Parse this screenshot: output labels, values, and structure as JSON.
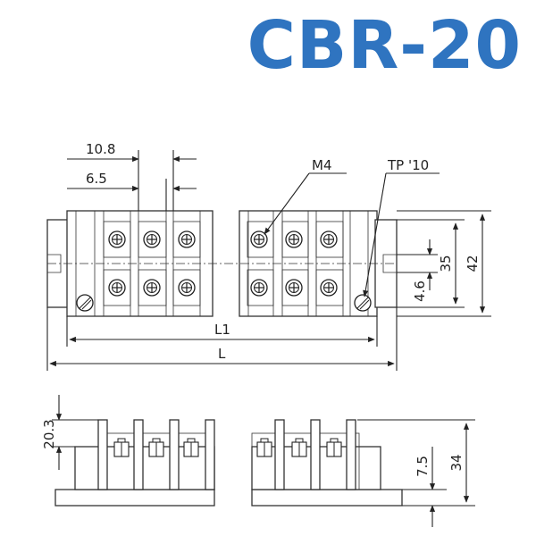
{
  "title": "CBR-20",
  "colors": {
    "title": "#2f74c0",
    "line": "#222222"
  },
  "labels": {
    "pitch": "10.8",
    "barrier": "6.5",
    "screw": "M4",
    "mounting_hole": "TP '10",
    "height_outer": "42",
    "height_inner": "35",
    "hole_offset": "4.6",
    "length_inner": "L1",
    "length_total": "L",
    "side_top": "20.3",
    "side_base": "7.5",
    "side_total": "34"
  }
}
